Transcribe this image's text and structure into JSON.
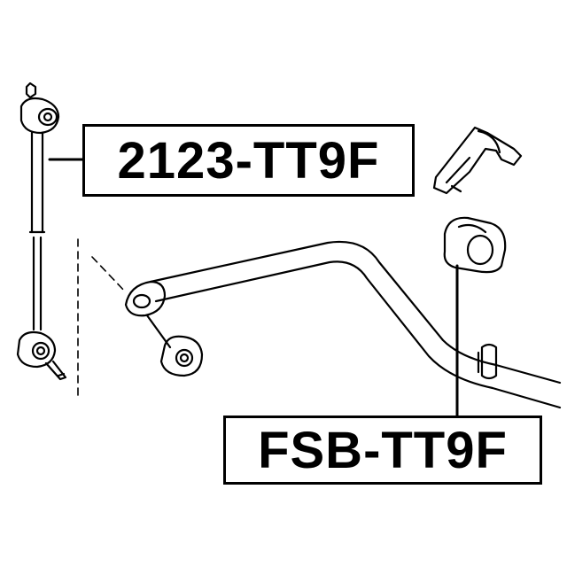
{
  "diagram": {
    "parts": [
      {
        "id": "stabilizer-link",
        "part_number": "2123-TT9F"
      },
      {
        "id": "stabilizer-bushing",
        "part_number": "FSB-TT9F"
      }
    ],
    "colors": {
      "line": "#000000",
      "background": "#ffffff"
    }
  }
}
